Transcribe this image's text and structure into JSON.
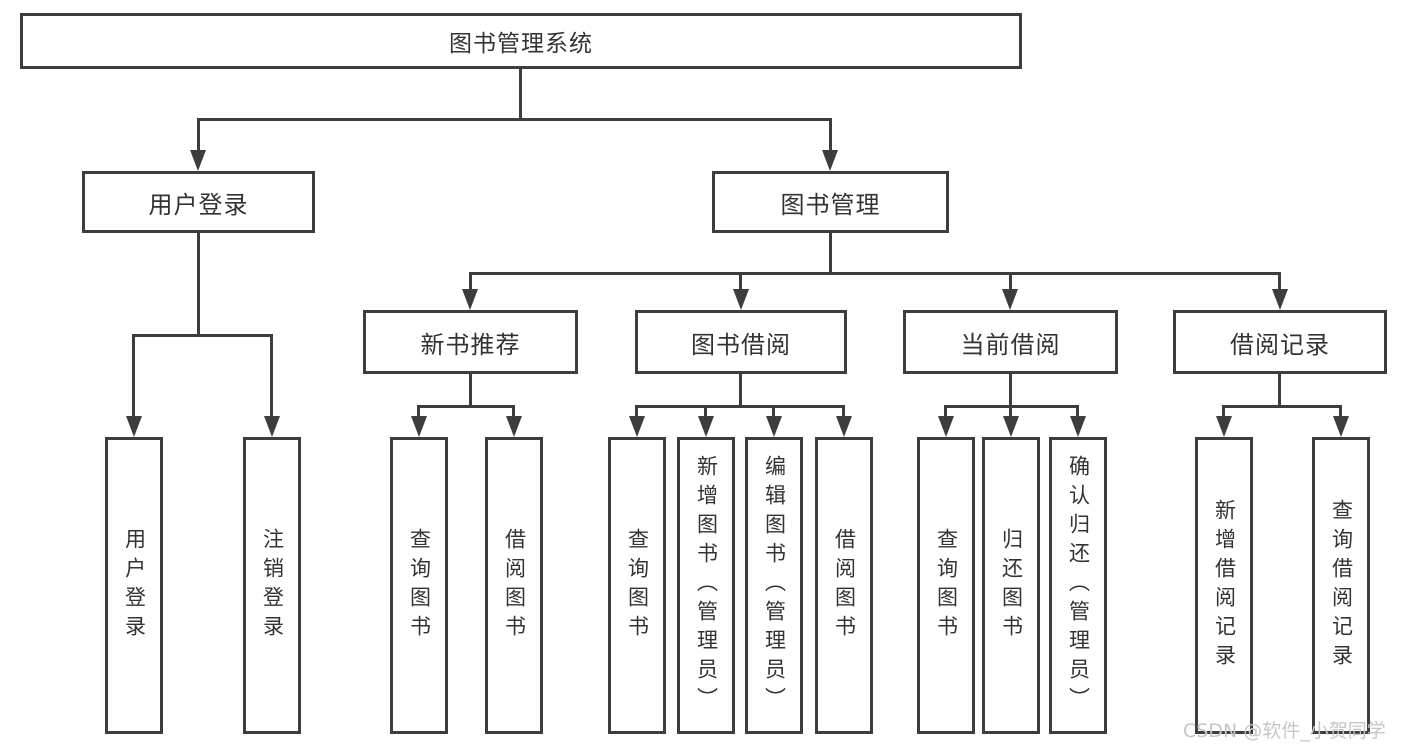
{
  "diagram": {
    "type": "hierarchy",
    "root": {
      "label": "图书管理系统"
    },
    "children": [
      {
        "label": "用户登录",
        "children": [
          {
            "label": "用户登录"
          },
          {
            "label": "注销登录"
          }
        ]
      },
      {
        "label": "图书管理",
        "children": [
          {
            "label": "新书推荐",
            "children": [
              {
                "label": "查询图书"
              },
              {
                "label": "借阅图书"
              }
            ]
          },
          {
            "label": "图书借阅",
            "children": [
              {
                "label": "查询图书"
              },
              {
                "label": "新增图书（管理员）"
              },
              {
                "label": "编辑图书（管理员）"
              },
              {
                "label": "借阅图书"
              }
            ]
          },
          {
            "label": "当前借阅",
            "children": [
              {
                "label": "查询图书"
              },
              {
                "label": "归还图书"
              },
              {
                "label": "确认归还（管理员）"
              }
            ]
          },
          {
            "label": "借阅记录",
            "children": [
              {
                "label": "新增借阅记录"
              },
              {
                "label": "查询借阅记录"
              }
            ]
          }
        ]
      }
    ]
  },
  "watermark": {
    "text": "CSDN @软件_小贺同学"
  },
  "colors": {
    "background": "#ffffff",
    "line": "#3d3d3d",
    "text": "#333333",
    "watermark": "#c6c6c6"
  }
}
